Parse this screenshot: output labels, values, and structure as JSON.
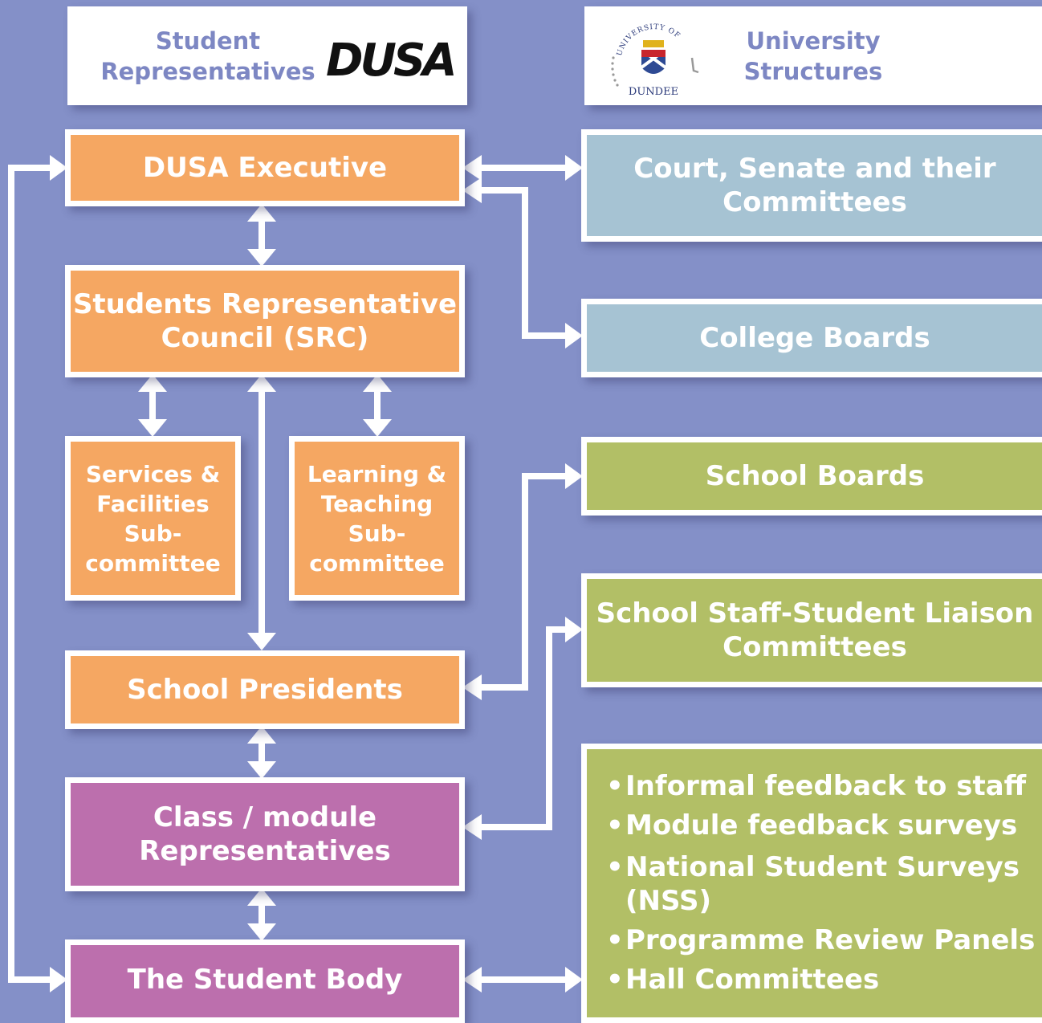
{
  "header_left": {
    "title_line1": "Student",
    "title_line2": "Representatives",
    "logo_text": "DUSA"
  },
  "header_right": {
    "crest_text_top": "UNIVERSITY OF",
    "crest_text_bottom": "DUNDEE",
    "title_line1": "University",
    "title_line2": "Structures"
  },
  "student_side": {
    "dusa_executive": "DUSA Executive",
    "src_line1": "Students Representative",
    "src_line2": "Council (SRC)",
    "services_line1": "Services &",
    "services_line2": "Facilities",
    "services_line3": "Sub-",
    "services_line4": "committee",
    "learning_line1": "Learning &",
    "learning_line2": "Teaching",
    "learning_line3": "Sub-",
    "learning_line4": "committee",
    "school_presidents": "School Presidents",
    "class_line1": "Class / module",
    "class_line2": "Representatives",
    "student_body": "The Student Body"
  },
  "university_side": {
    "court_line1": "Court, Senate and their",
    "court_line2": "Committees",
    "college_boards": "College Boards",
    "school_boards": "School Boards",
    "sssl_line1": "School Staff-Student Liaison",
    "sssl_line2": "Committees",
    "feedback_items": [
      "Informal feedback to staff",
      "Module feedback surveys",
      "National Student Surveys",
      "(NSS)",
      "Programme Review Panels",
      "Hall Committees"
    ]
  },
  "colors": {
    "background": "#8490c8",
    "student_orange": "#f5a762",
    "student_purple": "#bc6fad",
    "university_blue": "#a6c3d3",
    "university_green": "#b2bf66",
    "connector": "#ffffff",
    "header_text": "#7d87c3"
  }
}
